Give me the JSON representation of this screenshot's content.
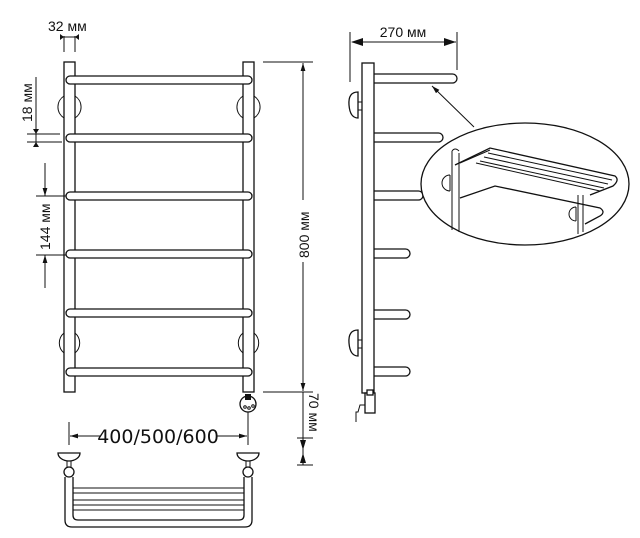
{
  "dimensions": {
    "post_width": "32 мм",
    "bar_thickness": "18 мм",
    "bar_spacing": "144 мм",
    "height": "800 мм",
    "connector_offset": "70 мм",
    "width": "400/500/600",
    "depth": "270 мм"
  },
  "colors": {
    "line": "#111111",
    "background": "#ffffff"
  }
}
